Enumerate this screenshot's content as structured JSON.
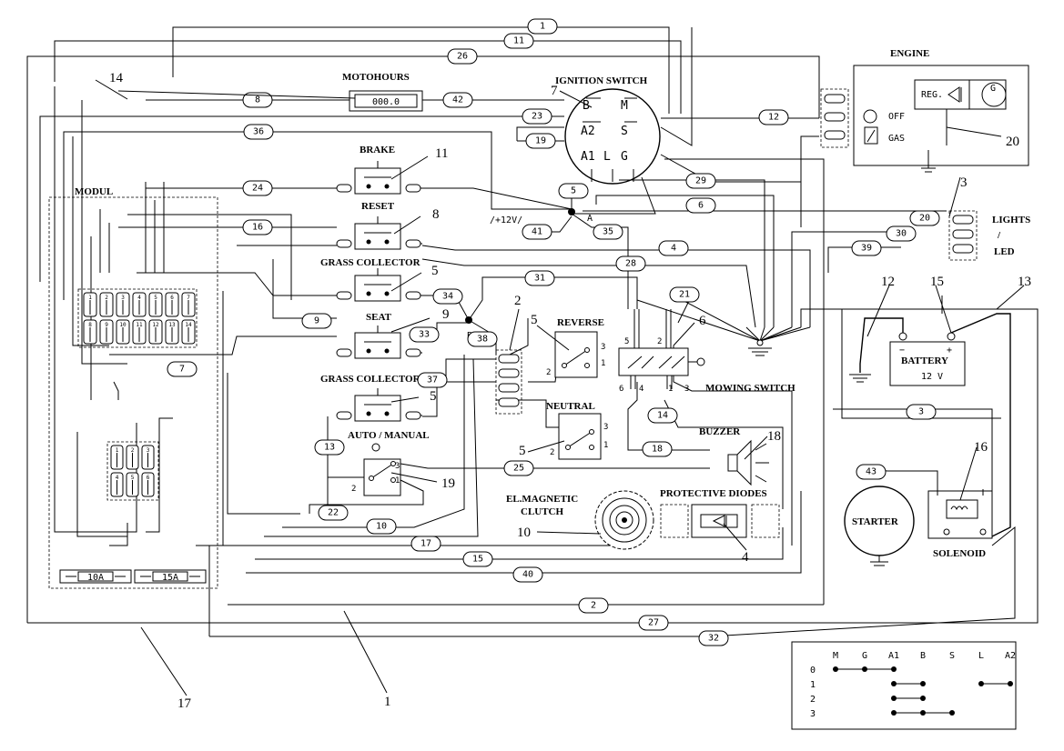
{
  "labels": {
    "engine": "ENGINE",
    "motohours": "MOTOHOURS",
    "motohours_display": "000.0",
    "ignition_switch": "IGNITION SWITCH",
    "brake": "BRAKE",
    "reset": "RESET",
    "grass_collector_1": "GRASS COLLECTOR",
    "seat": "SEAT",
    "grass_collector_2": "GRASS COLLECTOR",
    "auto_manual": "AUTO / MANUAL",
    "reverse": "REVERSE",
    "neutral": "NEUTRAL",
    "mowing_switch": "MOWING SWITCH",
    "buzzer": "BUZZER",
    "protective_diodes": "PROTECTIVE DIODES",
    "clutch_line1": "EL.MAGNETIC",
    "clutch_line2": "CLUTCH",
    "starter": "STARTER",
    "solenoid": "SOLENOID",
    "battery": "BATTERY",
    "battery_voltage": "12 V",
    "lights_line1": "LIGHTS",
    "lights_line2": "/",
    "lights_line3": "LED",
    "modul": "MODUL",
    "reg": "REG.",
    "generator": "G",
    "off": "OFF",
    "gas": "GAS",
    "supply": "/+12V/",
    "node_a": "A",
    "node_b": "B",
    "fuse_10": "10A",
    "fuse_15": "15A"
  },
  "ignition_terminals": {
    "b": "B",
    "m": "M",
    "a2": "A2",
    "s": "S",
    "a1": "A1",
    "l": "L",
    "g": "G"
  },
  "wires": {
    "w1": "1",
    "w2": "2",
    "w3": "3",
    "w4": "4",
    "w5": "5",
    "w6": "6",
    "w7": "7",
    "w8": "8",
    "w9": "9",
    "w10": "10",
    "w11": "11",
    "w12": "12",
    "w13": "13",
    "w14": "14",
    "w15": "15",
    "w16": "16",
    "w17": "17",
    "w18": "18",
    "w19": "19",
    "w20": "20",
    "w21": "21",
    "w22": "22",
    "w23": "23",
    "w24": "24",
    "w25": "25",
    "w26": "26",
    "w27": "27",
    "w28": "28",
    "w29": "29",
    "w30": "30",
    "w31": "31",
    "w32": "32",
    "w33": "33",
    "w34": "34",
    "w35": "35",
    "w36": "36",
    "w37": "37",
    "w38": "38",
    "w39": "39",
    "w40": "40",
    "w41": "41",
    "w42": "42",
    "w43": "43"
  },
  "callouts": {
    "c1": "1",
    "c2": "2",
    "c3": "3",
    "c4": "4",
    "c5a": "5",
    "c5b": "5",
    "c5c": "5",
    "c5d": "5",
    "c6": "6",
    "c7": "7",
    "c8": "8",
    "c9": "9",
    "c10": "10",
    "c11": "11",
    "c12": "12",
    "c13": "13",
    "c14": "14",
    "c15": "15",
    "c16": "16",
    "c17": "17",
    "c18": "18",
    "c19": "19",
    "c20": "20"
  },
  "pins": {
    "reverse_1": "1",
    "reverse_2": "2",
    "reverse_3": "3",
    "neutral_1": "1",
    "neutral_2": "2",
    "neutral_3": "3",
    "auto_1": "1",
    "auto_2": "2",
    "auto_3": "3",
    "mow_5": "5",
    "mow_2": "2",
    "mow_6": "6",
    "mow_4": "4",
    "mow_1": "1",
    "mow_3": "3",
    "mod_top_1": "1",
    "mod_top_2": "2",
    "mod_top_3": "3",
    "mod_top_4": "4",
    "mod_top_5": "5",
    "mod_top_6": "6",
    "mod_top_7": "7",
    "mod_bot_1": "8",
    "mod_bot_2": "9",
    "mod_bot_3": "10",
    "mod_bot_4": "11",
    "mod_bot_5": "12",
    "mod_bot_6": "13",
    "mod_bot_7": "14",
    "mod2_top_1": "1",
    "mod2_top_2": "2",
    "mod2_top_3": "3",
    "mod2_bot_1": "4",
    "mod2_bot_2": "5",
    "mod2_bot_3": "6"
  },
  "switch_table": {
    "columns": [
      "M",
      "G",
      "A1",
      "B",
      "S",
      "L",
      "A2"
    ],
    "rows": [
      {
        "pos": "0",
        "on": [
          0,
          1,
          2
        ]
      },
      {
        "pos": "1",
        "on": [
          2,
          3
        ]
      },
      {
        "pos": "2",
        "on": [
          2,
          3
        ]
      },
      {
        "pos": "3",
        "on": [
          2,
          3,
          4
        ]
      }
    ],
    "extra_row1": [
      5,
      6
    ]
  }
}
